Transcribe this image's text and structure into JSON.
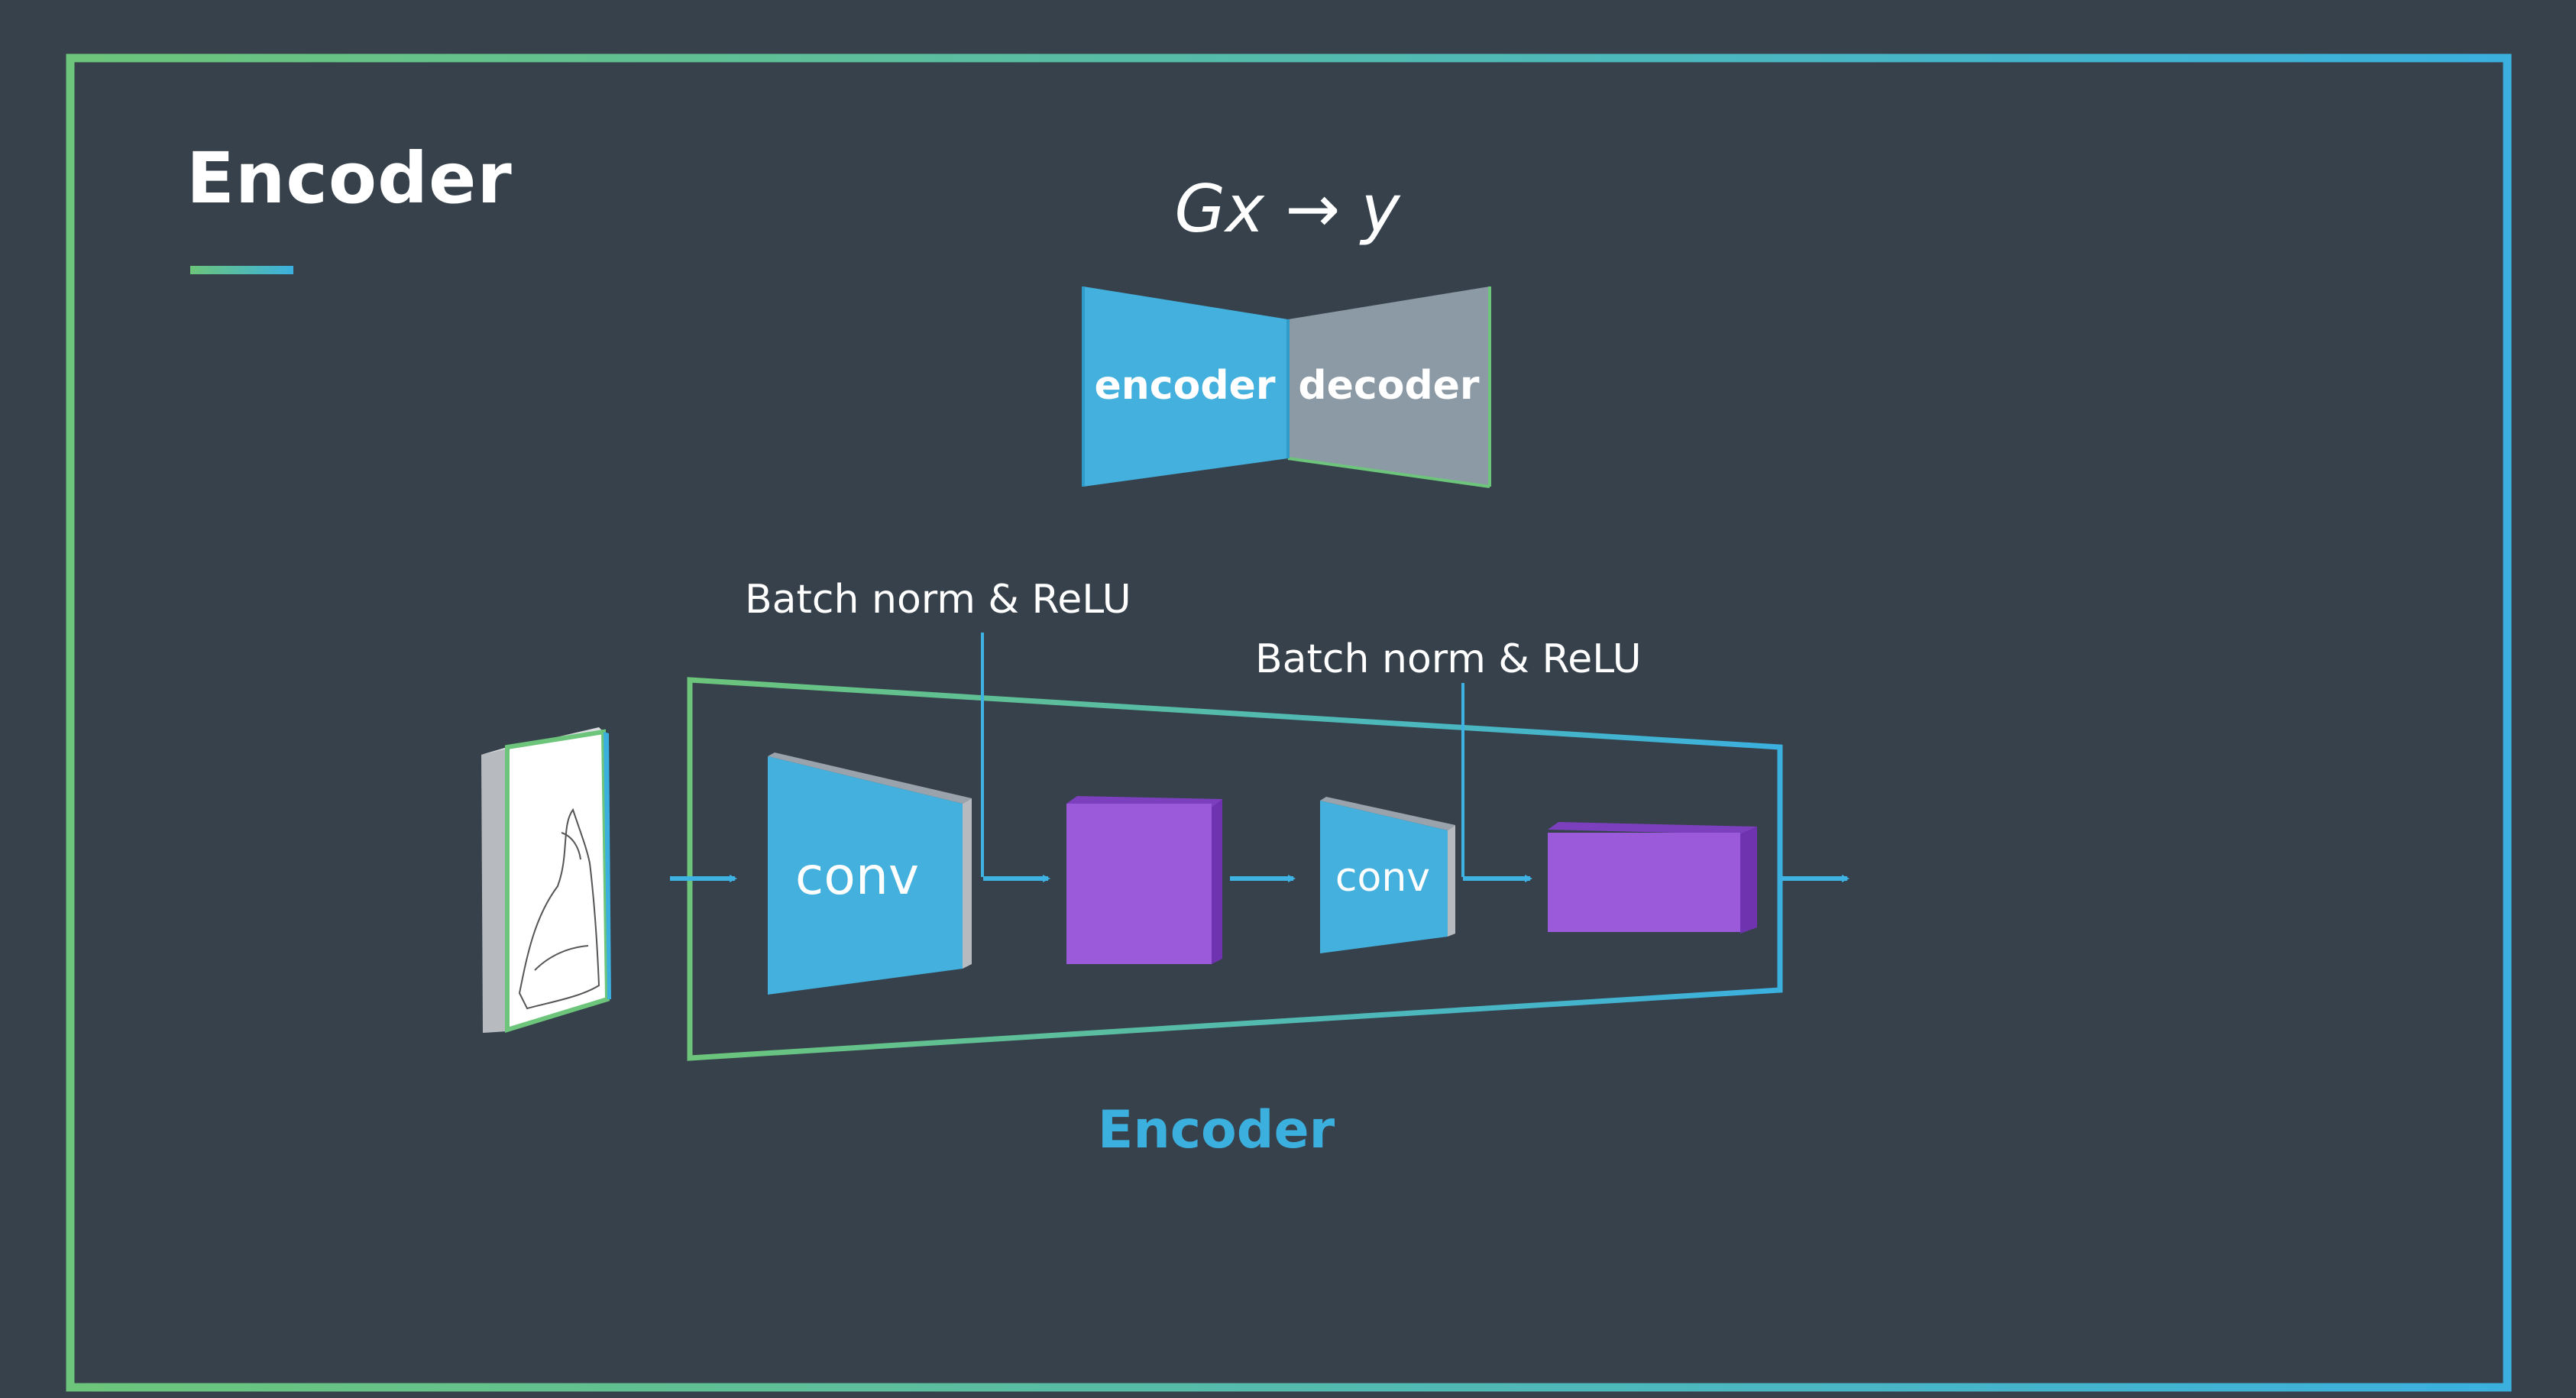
{
  "slide": {
    "title": "Encoder"
  },
  "formula": {
    "text": "Gx → y"
  },
  "overview": {
    "encoder_label": "encoder",
    "decoder_label": "decoder"
  },
  "pipeline": {
    "annotation_1": "Batch norm & ReLU",
    "annotation_2": "Batch norm & ReLU",
    "conv_1_label": "conv",
    "conv_2_label": "conv",
    "section_label": "Encoder"
  },
  "colors": {
    "background": "#36414c",
    "frame_green": "#6cc57a",
    "frame_blue": "#3bb0df",
    "encoder_blue": "#44b0dd",
    "decoder_gray": "#8c9aa6",
    "feature_purple": "#9a5ada",
    "arrow_blue": "#3eb3e3"
  },
  "icons": {
    "input_image": "shoe-sketch-icon",
    "arrow": "arrow-right-icon"
  }
}
